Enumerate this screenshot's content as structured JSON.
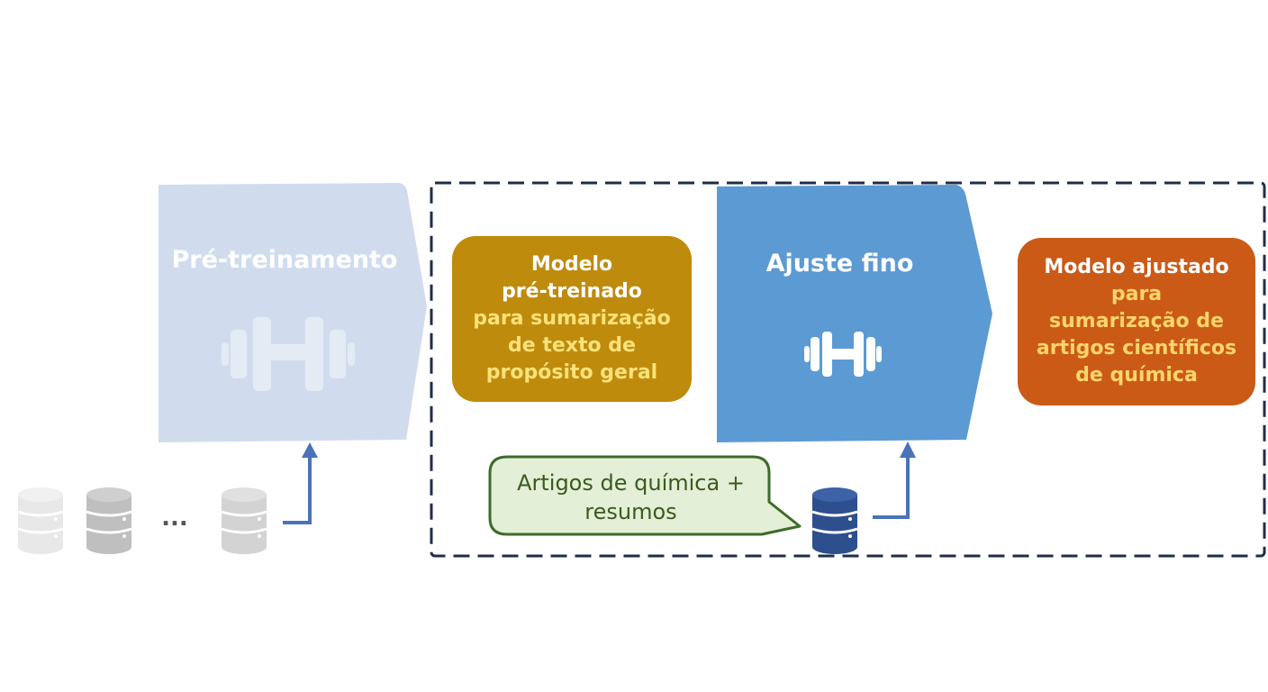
{
  "stages": {
    "pretraining": {
      "label": "Pré-treinamento",
      "icon": "dumbbell-icon"
    },
    "finetuning": {
      "label": "Ajuste fino",
      "icon": "dumbbell-icon"
    }
  },
  "models": {
    "pretrained": {
      "title_lines": [
        "Modelo",
        "pré-treinado"
      ],
      "subtitle_lines": [
        "para sumarização",
        "de texto de",
        "propósito geral"
      ]
    },
    "finetuned": {
      "title_lines": [
        "Modelo ajustado"
      ],
      "subtitle_lines": [
        "para",
        "sumarização de",
        "artigos científicos",
        "de química"
      ]
    }
  },
  "dataset_callout": {
    "lines": [
      "Artigos de química +",
      "resumos"
    ]
  },
  "ellipsis": "...",
  "colors": {
    "pretrain_arrow": "#d0dcee",
    "finetune_arrow": "#5c9ad3",
    "pretrained_box": "#bf8b0c",
    "finetuned_box": "#cb5a17",
    "callout_fill": "#e3efd6",
    "callout_border": "#3e6b2a",
    "connector": "#4a72b8",
    "dashed_border": "#1f2d49",
    "db_dark": "#2e4f8e"
  }
}
